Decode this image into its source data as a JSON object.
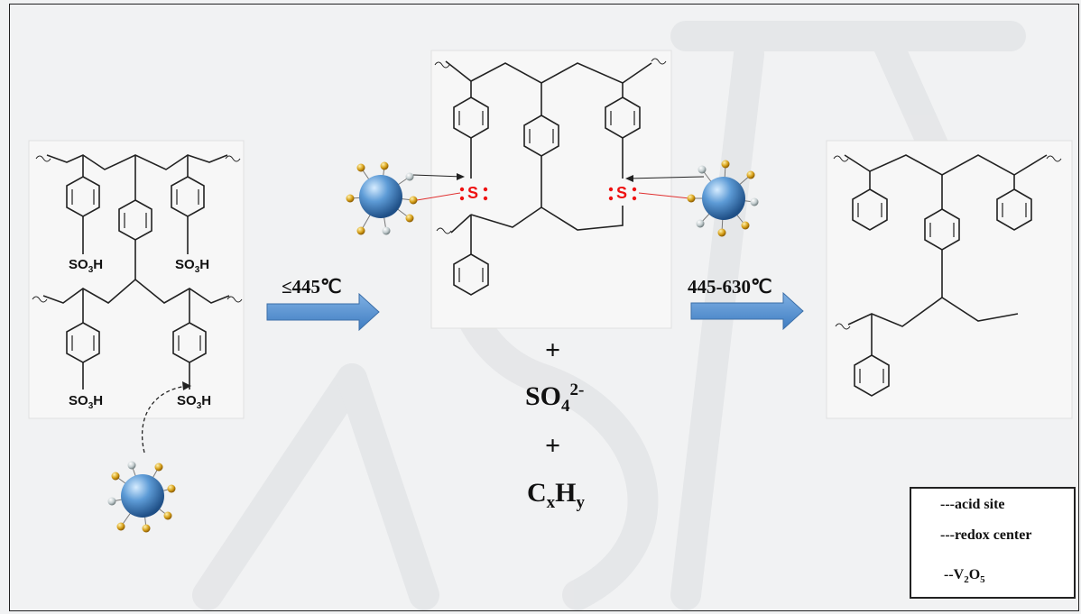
{
  "groups": {
    "sulfonic": {
      "prefix": "SO",
      "sub": "3",
      "suffix": "H"
    },
    "sulfur": "S"
  },
  "conditions": {
    "step1": "≤445℃",
    "step2": "445-630℃"
  },
  "products": {
    "plus": "+",
    "sulfate": {
      "base": "SO",
      "sub": "4",
      "sup": "2-"
    },
    "hydrocarbon": {
      "c": "C",
      "x": "x",
      "h": "H",
      "y": "y"
    }
  },
  "legend": {
    "acid_site": "---acid site",
    "redox_center": "---redox center",
    "catalyst": {
      "prefix": "--V",
      "sub1": "2",
      "mid": "O",
      "sub2": "5"
    }
  },
  "colors": {
    "catalyst": "#4a86c0",
    "acid_site": "#c8960c",
    "redox_center": "#b9c4c6",
    "arrow": "#5b94d1",
    "sulfur": "#ee1111"
  },
  "icons": [
    "v2o5-sphere-icon",
    "acid-site-icon",
    "redox-center-icon",
    "block-arrow-icon"
  ]
}
